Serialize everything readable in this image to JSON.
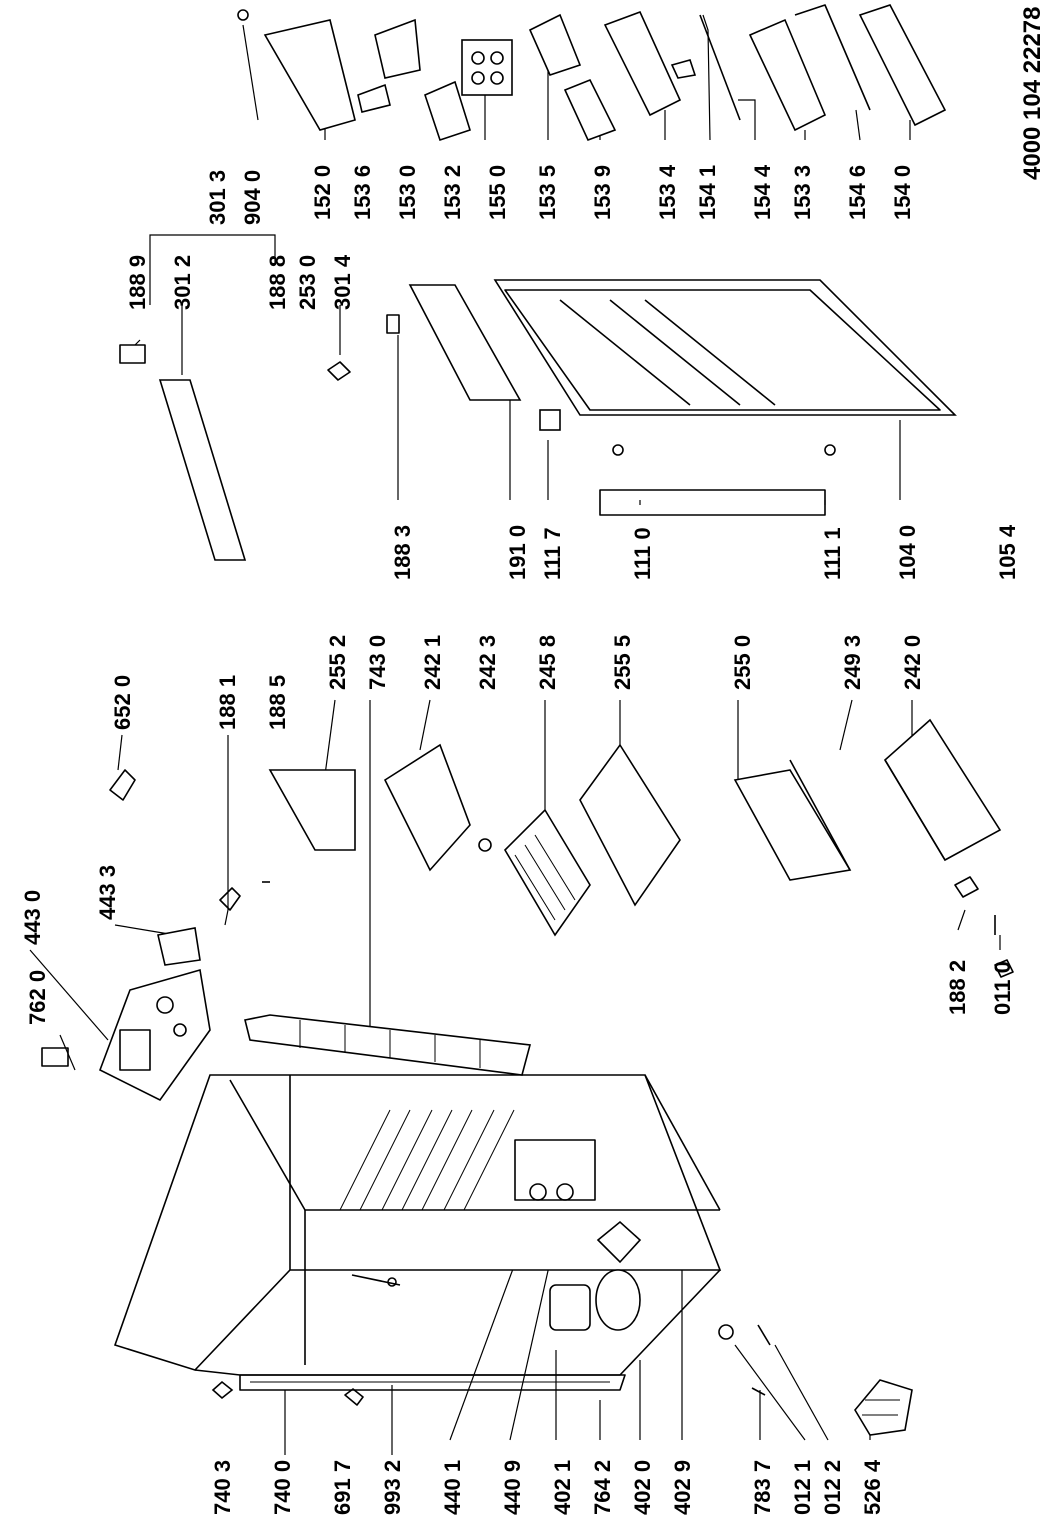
{
  "document": {
    "reference": "4000 104 22278"
  },
  "part_labels": [
    "740 3",
    "740 0",
    "691 7",
    "993 2",
    "440 1",
    "440 9",
    "402 1",
    "764 2",
    "402 0",
    "402 9",
    "783 7",
    "012 1",
    "012 2",
    "526 4",
    "762 0",
    "443 0",
    "443 3",
    "188 1",
    "188 5",
    "652 0",
    "743 0",
    "255 2",
    "242 1",
    "242 3",
    "245 8",
    "255 5",
    "188 2",
    "011 0",
    "255 0",
    "249 3",
    "242 0",
    "188 3",
    "191 0",
    "111 7",
    "111 0",
    "111 1",
    "104 0",
    "105 4",
    "188 9",
    "301 2",
    "188 8",
    "253 0",
    "301 4",
    "301 3",
    "904 0",
    "152 0",
    "153 6",
    "153 0",
    "153 2",
    "155 0",
    "153 5",
    "153 9",
    "153 4",
    "154 1",
    "154 4",
    "153 3",
    "154 6",
    "154 0"
  ]
}
